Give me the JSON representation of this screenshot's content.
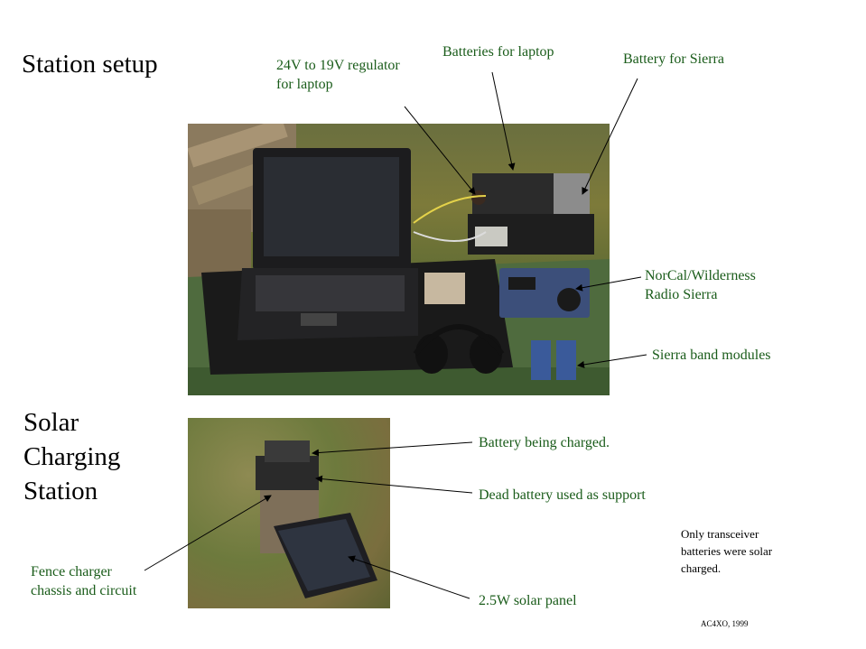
{
  "heading_station": "Station setup",
  "heading_solar": [
    "Solar",
    "Charging",
    "Station"
  ],
  "labels": {
    "regulator": [
      "24V to 19V regulator",
      "for laptop"
    ],
    "batteries_laptop": "Batteries for laptop",
    "battery_sierra": "Battery for Sierra",
    "norcal": [
      "NorCal/Wilderness",
      "Radio Sierra"
    ],
    "band_modules": "Sierra band modules",
    "battery_charged": "Battery being charged.",
    "dead_battery": "Dead battery used as support",
    "fence_charger": [
      "Fence charger",
      "chassis and circuit"
    ],
    "solar_panel": "2.5W solar panel"
  },
  "note": [
    "Only transceiver",
    "batteries were solar",
    "charged."
  ],
  "credit": "AC4XO, 1999",
  "colors": {
    "label_green": "#1a5c1a",
    "text": "#000000",
    "background": "#ffffff"
  }
}
